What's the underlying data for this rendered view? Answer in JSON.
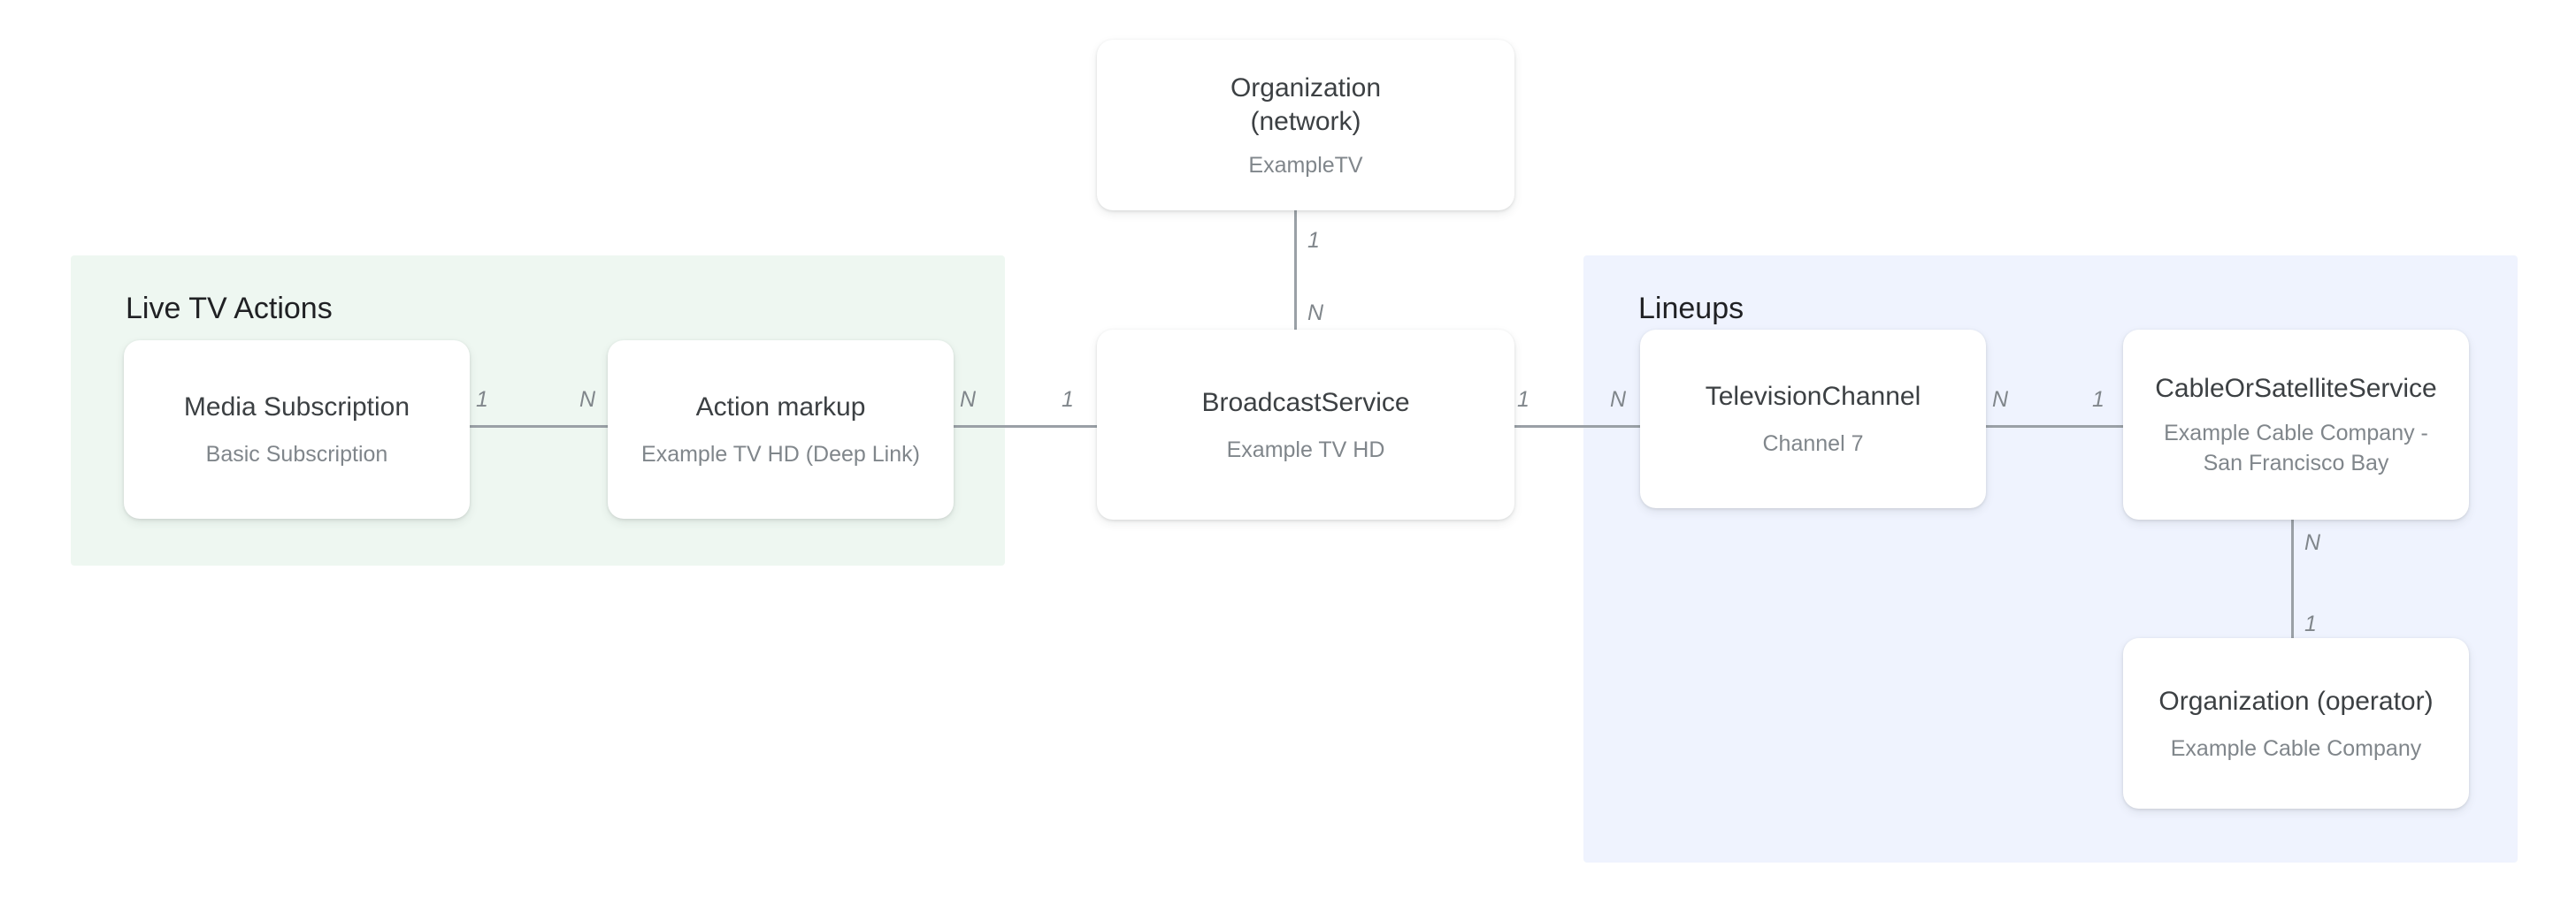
{
  "diagram": {
    "type": "entity-relationship",
    "title": "",
    "background": "#ffffff",
    "groups": [
      {
        "id": "live-tv-actions",
        "label": "Live TV Actions",
        "color": "#eef7f1"
      },
      {
        "id": "lineups",
        "label": "Lineups",
        "color": "#eff3fe"
      }
    ],
    "nodes": [
      {
        "id": "organization-network",
        "title": "Organization\n(network)",
        "subtitle": "ExampleTV",
        "group": null
      },
      {
        "id": "media-subscription",
        "title": "Media Subscription",
        "subtitle": "Basic Subscription",
        "group": "live-tv-actions"
      },
      {
        "id": "action-markup",
        "title": "Action markup",
        "subtitle": "Example TV HD (Deep Link)",
        "group": "live-tv-actions"
      },
      {
        "id": "broadcast-service",
        "title": "BroadcastService",
        "subtitle": "Example TV HD",
        "group": null
      },
      {
        "id": "television-channel",
        "title": "TelevisionChannel",
        "subtitle": "Channel 7",
        "group": "lineups"
      },
      {
        "id": "cable-or-satellite-service",
        "title": "CableOrSatelliteService",
        "subtitle": "Example Cable Company -\nSan Francisco Bay",
        "group": "lineups"
      },
      {
        "id": "organization-operator",
        "title": "Organization (operator)",
        "subtitle": "Example Cable Company",
        "group": "lineups"
      }
    ],
    "edges": [
      {
        "id": "media-to-action",
        "from": "media-subscription",
        "to": "action-markup",
        "orientation": "horizontal",
        "from_cardinality": "1",
        "to_cardinality": "N"
      },
      {
        "id": "action-to-broadcast",
        "from": "action-markup",
        "to": "broadcast-service",
        "orientation": "horizontal",
        "from_cardinality": "N",
        "to_cardinality": "1"
      },
      {
        "id": "network-to-broadcast",
        "from": "organization-network",
        "to": "broadcast-service",
        "orientation": "vertical",
        "from_cardinality": "1",
        "to_cardinality": "N"
      },
      {
        "id": "broadcast-to-channel",
        "from": "broadcast-service",
        "to": "television-channel",
        "orientation": "horizontal",
        "from_cardinality": "1",
        "to_cardinality": "N"
      },
      {
        "id": "channel-to-cable",
        "from": "television-channel",
        "to": "cable-or-satellite-service",
        "orientation": "horizontal",
        "from_cardinality": "N",
        "to_cardinality": "1"
      },
      {
        "id": "cable-to-operator",
        "from": "cable-or-satellite-service",
        "to": "organization-operator",
        "orientation": "vertical",
        "from_cardinality": "N",
        "to_cardinality": "1"
      }
    ],
    "colors": {
      "card_background": "#ffffff",
      "card_title_text": "#3c4043",
      "card_subtitle_text": "#80868b",
      "group_title_text": "#202124",
      "edge_line": "#9aa0a6",
      "cardinality_text": "#80868b"
    }
  }
}
